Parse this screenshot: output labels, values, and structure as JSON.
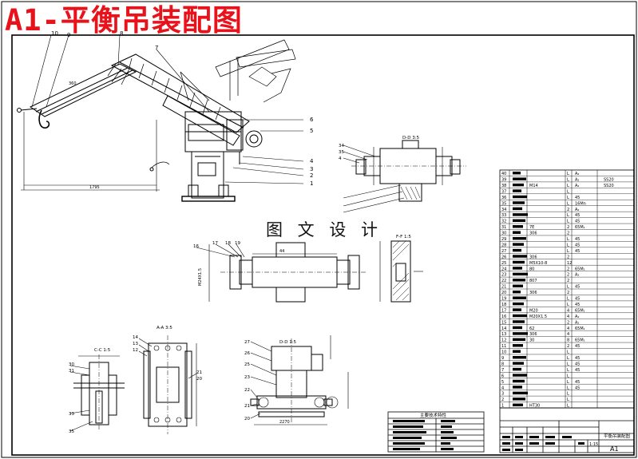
{
  "sheet": {
    "title": "A1-平衡吊装配图",
    "watermark": "图 文 设 计",
    "bom_rows": [
      [
        "40",
        "",
        "",
        "L",
        "A₂",
        ""
      ],
      [
        "39",
        "",
        "",
        "L",
        "A₂",
        "SS20"
      ],
      [
        "38",
        "",
        "M14",
        "L",
        "A₂",
        "SS20"
      ],
      [
        "37",
        "",
        "",
        "L",
        "",
        ""
      ],
      [
        "36",
        "",
        "",
        "L",
        "45",
        ""
      ],
      [
        "35",
        "",
        "",
        "L",
        "16Mn",
        ""
      ],
      [
        "34",
        "",
        "",
        "2",
        "A₂",
        ""
      ],
      [
        "33",
        "",
        "",
        "L",
        "45",
        ""
      ],
      [
        "32",
        "",
        "",
        "L",
        "45",
        ""
      ],
      [
        "31",
        "",
        "7E",
        "2",
        "65M₁",
        ""
      ],
      [
        "30",
        "",
        "306",
        "2",
        "",
        ""
      ],
      [
        "29",
        "",
        "",
        "L",
        "45",
        ""
      ],
      [
        "28",
        "",
        "",
        "L",
        "45",
        ""
      ],
      [
        "27",
        "",
        "",
        "L",
        "45",
        ""
      ],
      [
        "26",
        "",
        "306",
        "2",
        "",
        ""
      ],
      [
        "25",
        "",
        "M5X10-8",
        "12",
        "",
        ""
      ],
      [
        "24",
        "",
        "80",
        "2",
        "65M₁",
        ""
      ],
      [
        "23",
        "",
        "",
        "2",
        "A₂",
        ""
      ],
      [
        "22",
        "",
        "807",
        "2",
        "",
        ""
      ],
      [
        "21",
        "",
        "",
        "L",
        "45",
        ""
      ],
      [
        "20",
        "",
        "306",
        "2",
        "",
        ""
      ],
      [
        "19",
        "",
        "",
        "L",
        "45",
        ""
      ],
      [
        "18",
        "",
        "",
        "L",
        "45",
        ""
      ],
      [
        "17",
        "",
        "M20",
        "4",
        "65M₁",
        ""
      ],
      [
        "16",
        "",
        "M20X1.5",
        "4",
        "A₂",
        ""
      ],
      [
        "15",
        "",
        "",
        "2",
        "A₂",
        ""
      ],
      [
        "14",
        "",
        "62",
        "4",
        "65M₁",
        ""
      ],
      [
        "13",
        "",
        "306",
        "4",
        "",
        ""
      ],
      [
        "12",
        "",
        "30",
        "8",
        "65M₁",
        ""
      ],
      [
        "11",
        "",
        "",
        "2",
        "45",
        ""
      ],
      [
        "10",
        "",
        "",
        "L",
        "",
        ""
      ],
      [
        "9",
        "",
        "",
        "L",
        "45",
        ""
      ],
      [
        "8",
        "",
        "",
        "L",
        "45",
        ""
      ],
      [
        "7",
        "",
        "",
        "L",
        "45",
        ""
      ],
      [
        "6",
        "",
        "",
        "L",
        "",
        ""
      ],
      [
        "5",
        "",
        "",
        "L",
        "45",
        ""
      ],
      [
        "4",
        "",
        "",
        "L",
        "45",
        ""
      ],
      [
        "3",
        "",
        "",
        "L",
        "",
        ""
      ],
      [
        "2",
        "",
        "",
        "L",
        "",
        ""
      ],
      [
        "1",
        "",
        "HT30",
        "L",
        "",
        ""
      ]
    ],
    "title_block_name": "平衡吊装配图",
    "drawing_code": "A1",
    "sheet_ratio": "1:15",
    "callouts": {
      "main": [
        "10",
        "9",
        "8",
        "7",
        "6",
        "5",
        "4",
        "3",
        "2",
        "1"
      ],
      "dd": [
        "34",
        "35",
        "4"
      ],
      "ff": [
        "F-F 1:5"
      ],
      "view_dd_top": "D-D 3:5",
      "view_aa": "A-A 3:5",
      "view_cc": "C-C 1:5",
      "view_dd": "D-D 1:5"
    },
    "tech_table_title": "主要技术特性"
  }
}
